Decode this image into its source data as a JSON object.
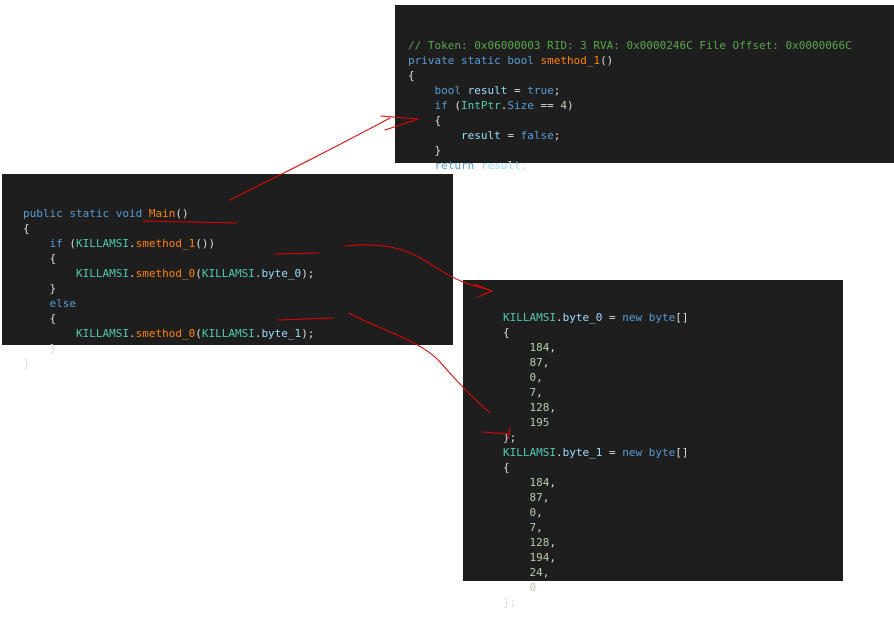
{
  "method_panel": {
    "lines": [
      [
        {
          "t": "// Token: 0x06000003 RID: 3 RVA: 0x0000246C File Offset: 0x0000066C",
          "c": "cm"
        }
      ],
      [
        {
          "t": "private static bool ",
          "c": "kw"
        },
        {
          "t": "smethod_1",
          "c": "mt"
        },
        {
          "t": "()",
          "c": "pl"
        }
      ],
      [
        {
          "t": "{",
          "c": "pl"
        }
      ],
      [
        {
          "t": "    bool ",
          "c": "kw"
        },
        {
          "t": "result",
          "c": "fd"
        },
        {
          "t": " = ",
          "c": "pl"
        },
        {
          "t": "true",
          "c": "kw"
        },
        {
          "t": ";",
          "c": "pl"
        }
      ],
      [
        {
          "t": "    if ",
          "c": "kw"
        },
        {
          "t": "(",
          "c": "pl"
        },
        {
          "t": "IntPtr",
          "c": "ty"
        },
        {
          "t": ".",
          "c": "pl"
        },
        {
          "t": "Size",
          "c": "pr"
        },
        {
          "t": " == ",
          "c": "pl"
        },
        {
          "t": "4",
          "c": "nm"
        },
        {
          "t": ")",
          "c": "pl"
        }
      ],
      [
        {
          "t": "    {",
          "c": "pl"
        }
      ],
      [
        {
          "t": "        ",
          "c": "pl"
        },
        {
          "t": "result",
          "c": "fd"
        },
        {
          "t": " = ",
          "c": "pl"
        },
        {
          "t": "false",
          "c": "kw"
        },
        {
          "t": ";",
          "c": "pl"
        }
      ],
      [
        {
          "t": "    }",
          "c": "pl"
        }
      ],
      [
        {
          "t": "    return ",
          "c": "kw"
        },
        {
          "t": "result",
          "c": "fd"
        },
        {
          "t": ";",
          "c": "pl"
        }
      ],
      [
        {
          "t": "}",
          "c": "pl"
        }
      ]
    ]
  },
  "main_panel": {
    "lines": [
      [
        {
          "t": "public static void ",
          "c": "kw"
        },
        {
          "t": "Main",
          "c": "mt"
        },
        {
          "t": "()",
          "c": "pl"
        }
      ],
      [
        {
          "t": "{",
          "c": "pl"
        }
      ],
      [
        {
          "t": "    if ",
          "c": "kw"
        },
        {
          "t": "(",
          "c": "pl"
        },
        {
          "t": "KILLAMSI",
          "c": "ty"
        },
        {
          "t": ".",
          "c": "pl"
        },
        {
          "t": "smethod_1",
          "c": "mt"
        },
        {
          "t": "())",
          "c": "pl"
        }
      ],
      [
        {
          "t": "    {",
          "c": "pl"
        }
      ],
      [
        {
          "t": "        ",
          "c": "pl"
        },
        {
          "t": "KILLAMSI",
          "c": "ty"
        },
        {
          "t": ".",
          "c": "pl"
        },
        {
          "t": "smethod_0",
          "c": "mt"
        },
        {
          "t": "(",
          "c": "pl"
        },
        {
          "t": "KILLAMSI",
          "c": "ty"
        },
        {
          "t": ".",
          "c": "pl"
        },
        {
          "t": "byte_0",
          "c": "fd"
        },
        {
          "t": ");",
          "c": "pl"
        }
      ],
      [
        {
          "t": "    }",
          "c": "pl"
        }
      ],
      [
        {
          "t": "    else",
          "c": "kw"
        }
      ],
      [
        {
          "t": "    {",
          "c": "pl"
        }
      ],
      [
        {
          "t": "        ",
          "c": "pl"
        },
        {
          "t": "KILLAMSI",
          "c": "ty"
        },
        {
          "t": ".",
          "c": "pl"
        },
        {
          "t": "smethod_0",
          "c": "mt"
        },
        {
          "t": "(",
          "c": "pl"
        },
        {
          "t": "KILLAMSI",
          "c": "ty"
        },
        {
          "t": ".",
          "c": "pl"
        },
        {
          "t": "byte_1",
          "c": "fd"
        },
        {
          "t": ");",
          "c": "pl"
        }
      ],
      [
        {
          "t": "    }",
          "c": "pl"
        }
      ],
      [
        {
          "t": "}",
          "c": "pl"
        }
      ]
    ]
  },
  "bytes_panel": {
    "lines": [
      [
        {
          "t": "KILLAMSI",
          "c": "ty"
        },
        {
          "t": ".",
          "c": "pl"
        },
        {
          "t": "byte_0",
          "c": "fd"
        },
        {
          "t": " = ",
          "c": "pl"
        },
        {
          "t": "new ",
          "c": "kw"
        },
        {
          "t": "byte",
          "c": "kw"
        },
        {
          "t": "[]",
          "c": "pl"
        }
      ],
      [
        {
          "t": "{",
          "c": "pl"
        }
      ],
      [
        {
          "t": "    ",
          "c": "pl"
        },
        {
          "t": "184",
          "c": "nm"
        },
        {
          "t": ",",
          "c": "pl"
        }
      ],
      [
        {
          "t": "    ",
          "c": "pl"
        },
        {
          "t": "87",
          "c": "nm"
        },
        {
          "t": ",",
          "c": "pl"
        }
      ],
      [
        {
          "t": "    ",
          "c": "pl"
        },
        {
          "t": "0",
          "c": "nm"
        },
        {
          "t": ",",
          "c": "pl"
        }
      ],
      [
        {
          "t": "    ",
          "c": "pl"
        },
        {
          "t": "7",
          "c": "nm"
        },
        {
          "t": ",",
          "c": "pl"
        }
      ],
      [
        {
          "t": "    ",
          "c": "pl"
        },
        {
          "t": "128",
          "c": "nm"
        },
        {
          "t": ",",
          "c": "pl"
        }
      ],
      [
        {
          "t": "    ",
          "c": "pl"
        },
        {
          "t": "195",
          "c": "nm"
        }
      ],
      [
        {
          "t": "};",
          "c": "pl"
        }
      ],
      [
        {
          "t": "KILLAMSI",
          "c": "ty"
        },
        {
          "t": ".",
          "c": "pl"
        },
        {
          "t": "byte_1",
          "c": "fd"
        },
        {
          "t": " = ",
          "c": "pl"
        },
        {
          "t": "new ",
          "c": "kw"
        },
        {
          "t": "byte",
          "c": "kw"
        },
        {
          "t": "[]",
          "c": "pl"
        }
      ],
      [
        {
          "t": "{",
          "c": "pl"
        }
      ],
      [
        {
          "t": "    ",
          "c": "pl"
        },
        {
          "t": "184",
          "c": "nm"
        },
        {
          "t": ",",
          "c": "pl"
        }
      ],
      [
        {
          "t": "    ",
          "c": "pl"
        },
        {
          "t": "87",
          "c": "nm"
        },
        {
          "t": ",",
          "c": "pl"
        }
      ],
      [
        {
          "t": "    ",
          "c": "pl"
        },
        {
          "t": "0",
          "c": "nm"
        },
        {
          "t": ",",
          "c": "pl"
        }
      ],
      [
        {
          "t": "    ",
          "c": "pl"
        },
        {
          "t": "7",
          "c": "nm"
        },
        {
          "t": ",",
          "c": "pl"
        }
      ],
      [
        {
          "t": "    ",
          "c": "pl"
        },
        {
          "t": "128",
          "c": "nm"
        },
        {
          "t": ",",
          "c": "pl"
        }
      ],
      [
        {
          "t": "    ",
          "c": "pl"
        },
        {
          "t": "194",
          "c": "nm"
        },
        {
          "t": ",",
          "c": "pl"
        }
      ],
      [
        {
          "t": "    ",
          "c": "pl"
        },
        {
          "t": "24",
          "c": "nm"
        },
        {
          "t": ",",
          "c": "pl"
        }
      ],
      [
        {
          "t": "    ",
          "c": "pl"
        },
        {
          "t": "0",
          "c": "nm"
        }
      ],
      [
        {
          "t": "};",
          "c": "pl"
        }
      ]
    ]
  },
  "colors": {
    "background": "#1e1e1e",
    "keyword": "#569cd6",
    "type": "#4ec9b0",
    "method": "#ff8000",
    "field": "#9cdcfe",
    "comment": "#57a64a",
    "number": "#b5cea8",
    "annotation": "#e00000"
  }
}
